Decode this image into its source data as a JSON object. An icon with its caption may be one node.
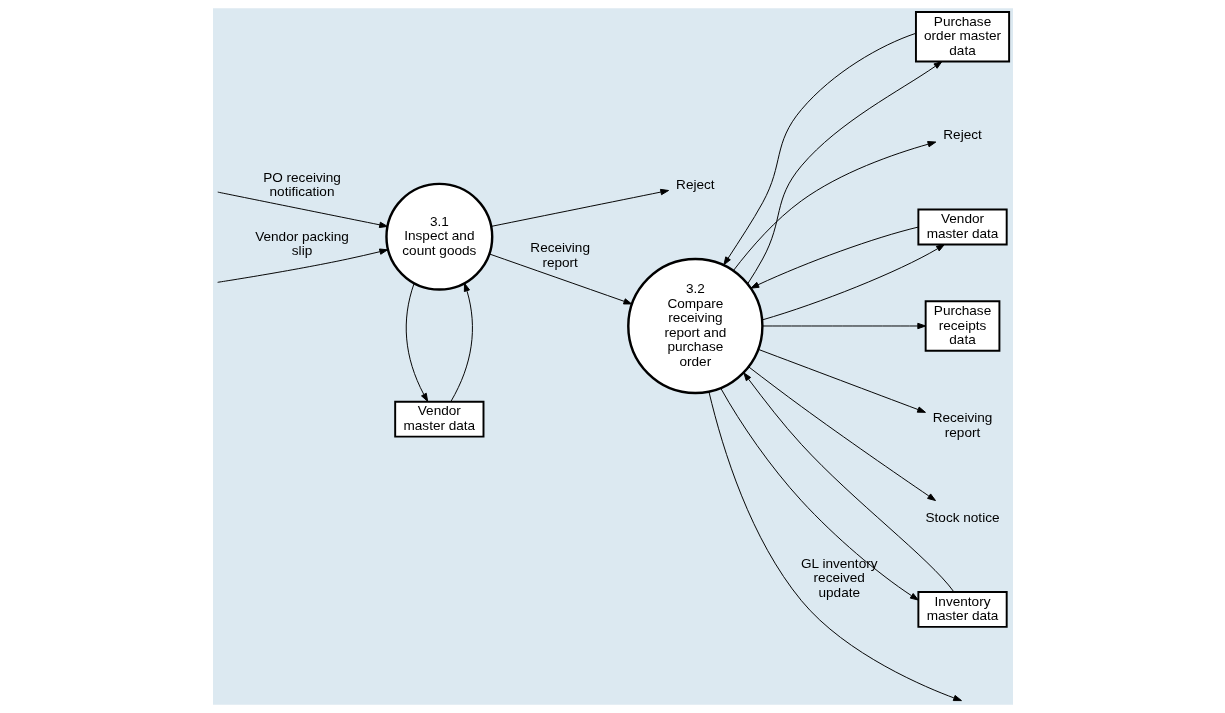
{
  "diagram": {
    "nodes": [
      {
        "text": [
          "Vendor master data"
        ]
      },
      {
        "text": [
          "3.1",
          "Inspect and count goods"
        ]
      },
      {
        "text": [
          "Reject"
        ]
      },
      {
        "text": [
          "3.2",
          "Compare receiving report and purchase order"
        ]
      },
      {
        "text": [
          "Purchase order master data"
        ]
      },
      {
        "text": [
          "Reject"
        ]
      },
      {
        "text": [
          "Vendor master data"
        ]
      },
      {
        "text": [
          "Purchase receipts data"
        ]
      },
      {
        "text": [
          "Receiving report"
        ]
      },
      {
        "text": [
          "Stock notice"
        ]
      },
      {
        "text": [
          "Inventory master data"
        ]
      }
    ],
    "edges": [
      {
        "from": 0,
        "to": 1,
        "arrow": "to"
      },
      {
        "from": 1,
        "to": 0,
        "arrow": "to"
      },
      {
        "from": null,
        "to": 1,
        "arrow": "to",
        "label": "PO receiving notification"
      },
      {
        "from": null,
        "to": 1,
        "arrow": "to",
        "label": "Vendor packing slip"
      },
      {
        "from": 1,
        "to": 2,
        "arrow": "to"
      },
      {
        "from": 1,
        "to": 3,
        "arrow": "to",
        "label": "Receiving report"
      },
      {
        "from": 4,
        "to": 3,
        "arrow": "to"
      },
      {
        "from": 3,
        "to": 4,
        "arrow": "to"
      },
      {
        "from": 3,
        "to": null,
        "arrow": "to",
        "label": "GL inventory received update"
      },
      {
        "from": 3,
        "to": 5,
        "arrow": "to"
      },
      {
        "from": 3,
        "to": 6,
        "arrow": "to"
      },
      {
        "from": 6,
        "to": 3,
        "arrow": "to"
      },
      {
        "from": 3,
        "to": 7,
        "arrow": "to"
      },
      {
        "from": 3,
        "to": 8,
        "arrow": "to"
      },
      {
        "from": 3,
        "to": 9,
        "arrow": "to"
      },
      {
        "from": 3,
        "to": 10,
        "arrow": "to"
      },
      {
        "from": 10,
        "to": 3,
        "arrow": "to"
      }
    ]
  }
}
